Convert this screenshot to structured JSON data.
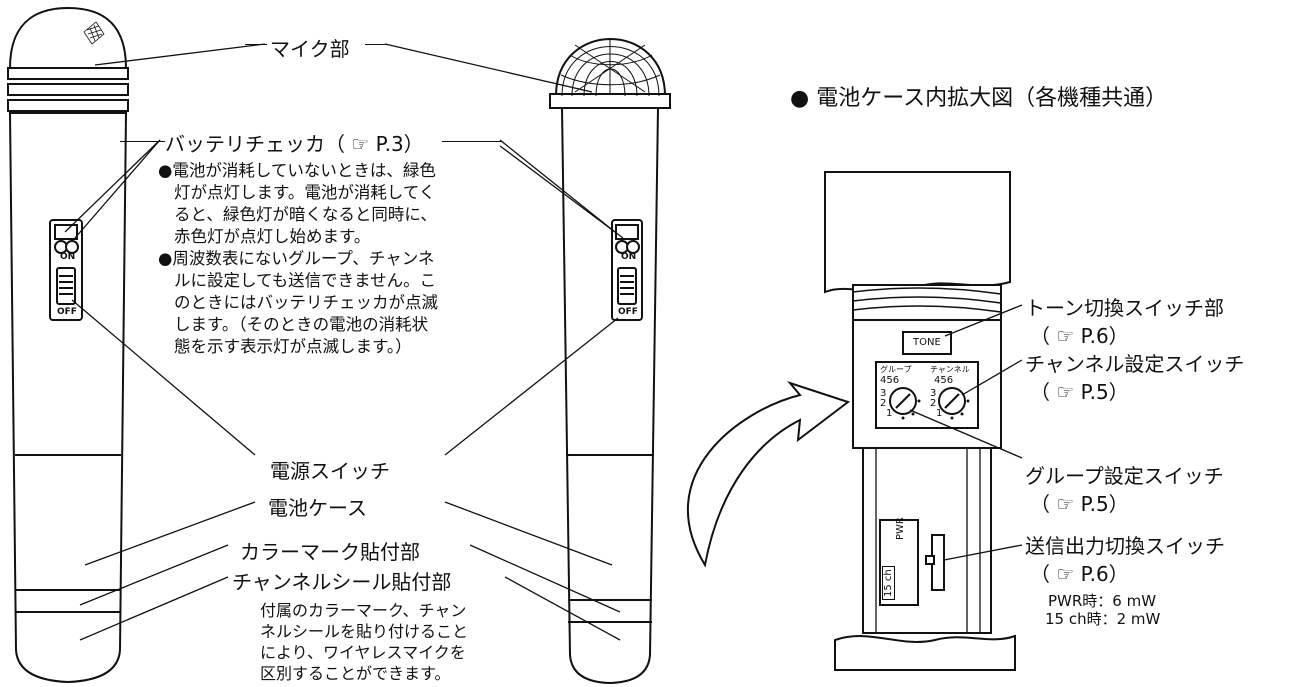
{
  "header": {
    "title": "● 電池ケース内拡大図（各機種共通）"
  },
  "labels": {
    "mic": "マイク部",
    "battery_checker": "バッテリチェッカ（",
    "battery_checker_ref": "P.3）",
    "power_switch": "電源スイッチ",
    "battery_case": "電池ケース",
    "color_mark": "カラーマーク貼付部",
    "channel_seal": "チャンネルシール貼付部",
    "tone_switch": "トーン切換スイッチ部",
    "tone_ref": "（ ☞ P.6）",
    "channel_switch": "チャンネル設定スイッチ",
    "channel_ref": "（ ☞ P.5）",
    "group_switch": "グループ設定スイッチ",
    "group_ref": "（ ☞ P.5）",
    "output_switch": "送信出力切換スイッチ",
    "output_ref": "（ ☞ P.6）",
    "pwr_spec": "PWR時：6 mW",
    "ch15_spec": "15 ch時：2 mW"
  },
  "notes": {
    "battery_lines": [
      "●電池が消耗していないときは、緑色",
      "灯が点灯します。電池が消耗してく",
      "ると、緑色灯が暗くなると同時に、",
      "赤色灯が点灯し始めます。",
      "●周波数表にないグループ、チャンネ",
      "ルに設定しても送信できません。こ",
      "のときにはバッテリチェッカが点滅",
      "します。（そのときの電池の消耗状",
      "態を示す表示灯が点滅します。）"
    ],
    "seal_lines": [
      "付属のカラーマーク、チャン",
      "ネルシールを貼り付けること",
      "により、ワイヤレスマイクを",
      "区別することができます。"
    ]
  },
  "device_text": {
    "on": "ON",
    "off": "OFF",
    "tone": "TONE",
    "group_dial": "グループ",
    "channel_dial": "チャンネル",
    "pwr": "PWR",
    "ch15": "15 ch",
    "dial_digits": [
      "1",
      "2",
      "3",
      "4",
      "5",
      "6"
    ]
  }
}
